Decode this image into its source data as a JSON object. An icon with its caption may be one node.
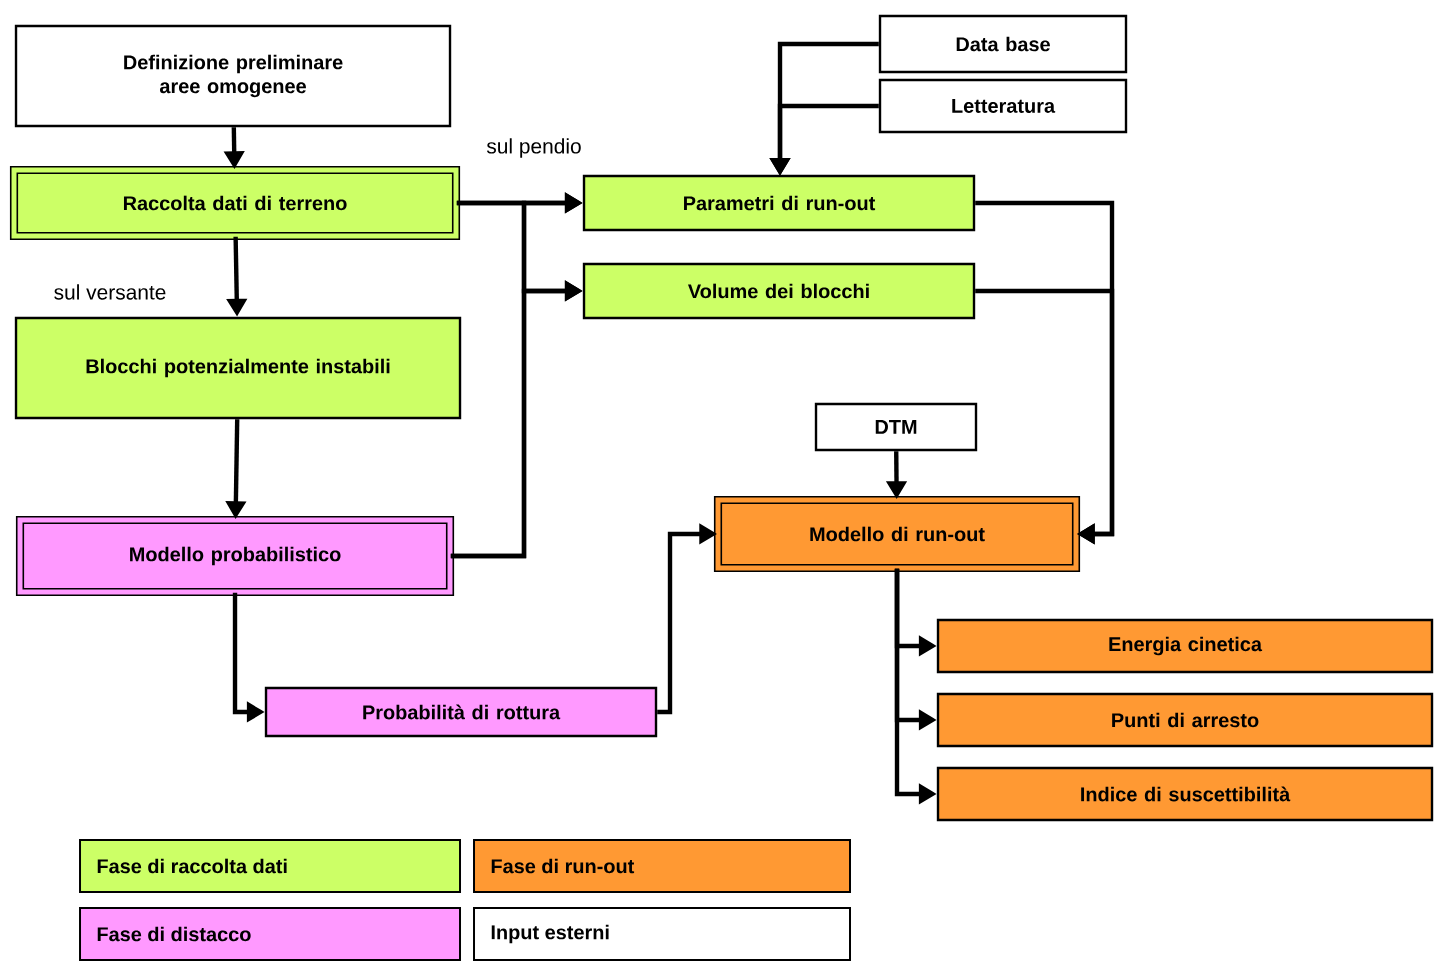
{
  "diagram": {
    "nodes": [
      {
        "text": [
          "Definizione preliminare aree omogenee"
        ]
      },
      {
        "text": [
          "Raccolta dati di terreno"
        ]
      },
      {
        "text": [
          "Blocchi potenzialmente instabili"
        ]
      },
      {
        "text": [
          "Modello  probabilistico"
        ]
      },
      {
        "text": [
          "Probabilità di rottura"
        ]
      },
      {
        "text": [
          "Data base"
        ]
      },
      {
        "text": [
          "Letteratura"
        ]
      },
      {
        "text": [
          "Parametri di run-out"
        ]
      },
      {
        "text": [
          "Volume dei blocchi"
        ]
      },
      {
        "text": [
          "DTM"
        ]
      },
      {
        "text": [
          "Modello di run-out"
        ]
      },
      {
        "text": [
          "Energia cinetica"
        ]
      },
      {
        "text": [
          "Punti di arresto"
        ]
      },
      {
        "text": [
          "Indice di suscettibilità"
        ]
      }
    ],
    "edges": [
      {
        "from": 0,
        "to": 1,
        "arrow": "to"
      },
      {
        "from": 1,
        "to": 2,
        "arrow": "to",
        "label": "sul versante"
      },
      {
        "from": 2,
        "to": 3,
        "arrow": "to"
      },
      {
        "from": 3,
        "to": 4,
        "arrow": "to"
      },
      {
        "from": 1,
        "to": 7,
        "arrow": "to",
        "label": "sul pendio"
      },
      {
        "from": 1,
        "to": 8,
        "arrow": "to"
      },
      {
        "from": 3,
        "to": 7,
        "arrow": "to"
      },
      {
        "from": 3,
        "to": 8,
        "arrow": "to"
      },
      {
        "from": 5,
        "to": 7,
        "arrow": "to"
      },
      {
        "from": 6,
        "to": 7,
        "arrow": "to"
      },
      {
        "from": 7,
        "to": 10,
        "arrow": "to"
      },
      {
        "from": 8,
        "to": 10,
        "arrow": "to"
      },
      {
        "from": 9,
        "to": 10,
        "arrow": "to"
      },
      {
        "from": 4,
        "to": 10,
        "arrow": "to"
      },
      {
        "from": 10,
        "to": 11,
        "arrow": "to"
      },
      {
        "from": 10,
        "to": 12,
        "arrow": "to"
      },
      {
        "from": 10,
        "to": 13,
        "arrow": "to"
      }
    ],
    "legend": [
      {
        "text": "Fase di raccolta dati",
        "color": "#ccff66"
      },
      {
        "text": "Fase di run-out",
        "color": "#ff9933"
      },
      {
        "text": "Fase di distacco",
        "color": "#ff99ff"
      },
      {
        "text": "Input esterni"
      }
    ]
  }
}
